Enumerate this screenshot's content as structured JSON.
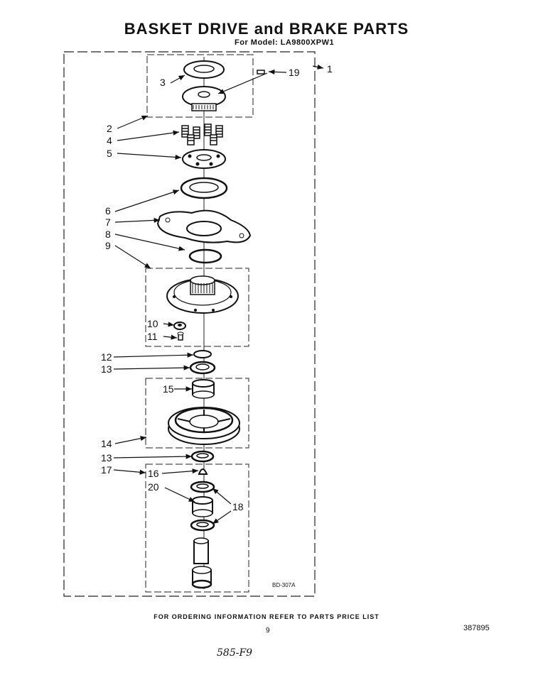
{
  "title": "BASKET DRIVE and BRAKE PARTS",
  "model_label": "For Model: LA9800XPW1",
  "diagram_code": "BD-307A",
  "footer": "FOR ORDERING INFORMATION REFER TO PARTS PRICE LIST",
  "page_number": "9",
  "document_number": "387895",
  "handwritten_note": "585-F9",
  "callouts": {
    "c1": "1",
    "c2": "2",
    "c3": "3",
    "c4": "4",
    "c5": "5",
    "c6": "6",
    "c7": "7",
    "c8": "8",
    "c9": "9",
    "c10": "10",
    "c11": "11",
    "c12": "12",
    "c13a": "13",
    "c13b": "13",
    "c14": "14",
    "c15": "15",
    "c16": "16",
    "c17": "17",
    "c18": "18",
    "c19": "19",
    "c20": "20"
  }
}
